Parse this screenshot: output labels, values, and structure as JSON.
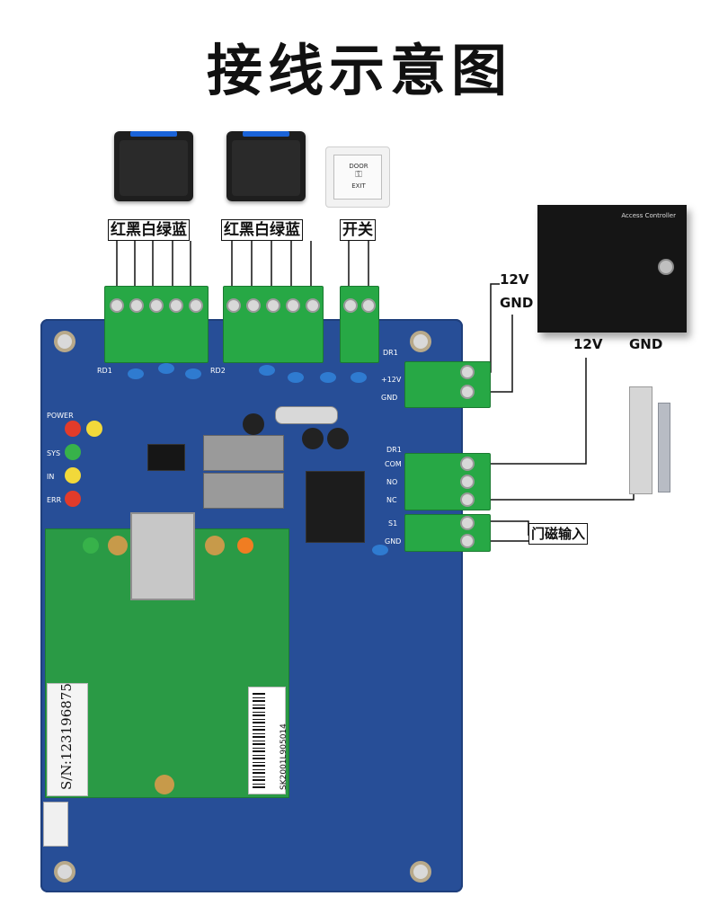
{
  "title": "接线示意图",
  "labels": {
    "reader1_wires": "红黑白绿蓝",
    "reader2_wires": "红黑白绿蓝",
    "switch": "开关",
    "power_12v": "12V",
    "power_gnd": "GND",
    "lock_12v": "12V",
    "lock_gnd": "GND",
    "door_sensor": "门磁输入"
  },
  "exit_button": {
    "line1": "DOOR",
    "line2": "EXIT"
  },
  "controller_box": {
    "caption": "Access Controller"
  },
  "board": {
    "terminal_labels": {
      "pwr_top": "+12V",
      "pwr_bottom": "GND",
      "relay_com": "COM",
      "relay_no": "NO",
      "relay_nc": "NC",
      "sensor_s1": "S1",
      "sensor_gnd": "GND",
      "dr1": "DR1",
      "dr1_side": "DR1"
    },
    "indicators": [
      "POWER",
      "SYS",
      "IN",
      "ERR"
    ],
    "rd1": "RD1",
    "rd2": "RD2",
    "serial": "S/N:123196875",
    "barcode_text": "SK2001L905014"
  },
  "colors": {
    "pcb_blue": "#274e97",
    "terminal_green": "#27a845",
    "netboard_green": "#2a9a45",
    "reader_stripe": "#1a63d8"
  }
}
